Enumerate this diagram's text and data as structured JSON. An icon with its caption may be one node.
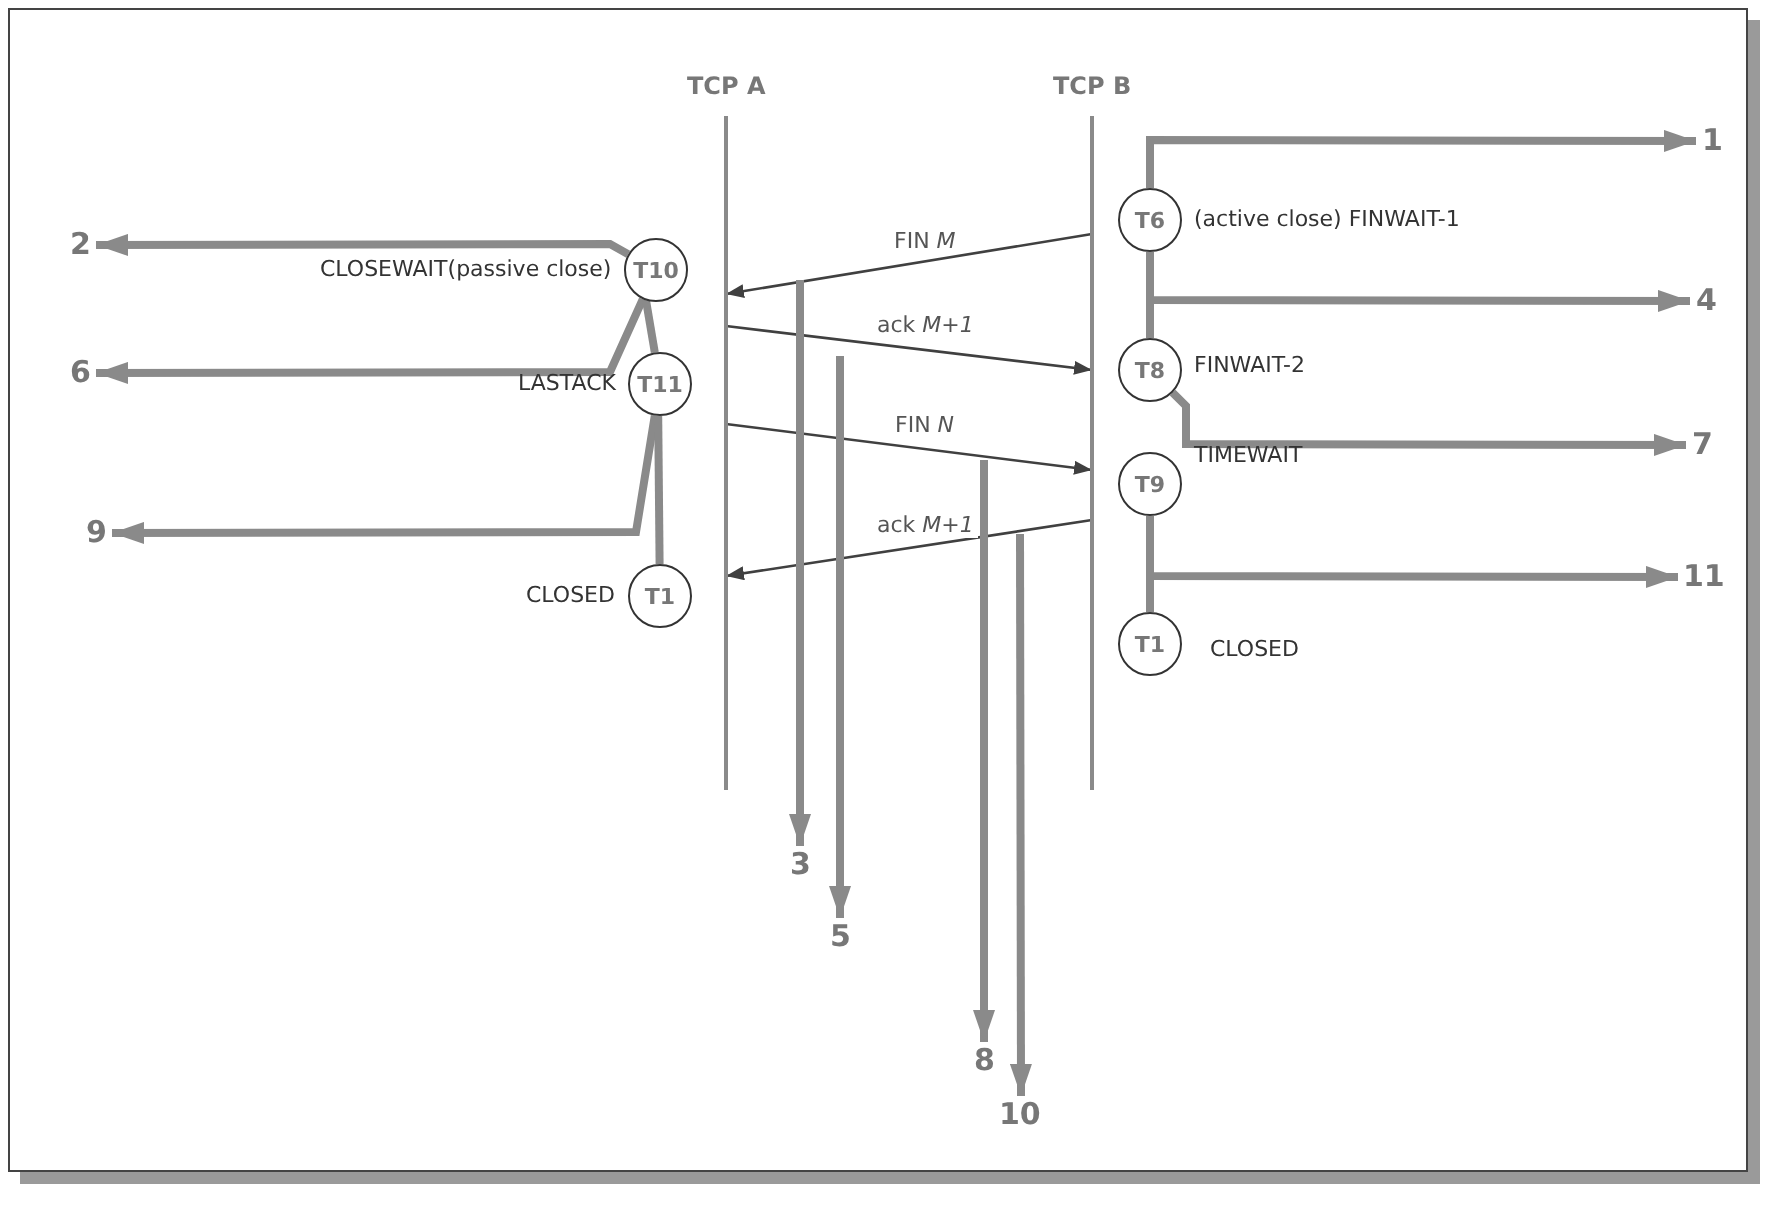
{
  "diagram": {
    "nodes": [
      {
        "text": [
          "TCP A"
        ]
      },
      {
        "text": [
          "TCP B"
        ]
      },
      {
        "text": [
          "T10"
        ],
        "beside": [
          "CLOSEWAIT(passive close)"
        ]
      },
      {
        "text": [
          "T11"
        ],
        "beside": [
          "LASTACK"
        ]
      },
      {
        "text": [
          "T1"
        ],
        "beside": [
          "CLOSED"
        ]
      },
      {
        "text": [
          "T6"
        ],
        "beside": [
          "(active close) FINWAIT-1"
        ]
      },
      {
        "text": [
          "T8"
        ],
        "beside": [
          "FINWAIT-2"
        ]
      },
      {
        "text": [
          "T9"
        ],
        "beside": [
          "TIMEWAIT"
        ]
      },
      {
        "text": [
          "T1"
        ],
        "beside": [
          "CLOSED"
        ]
      },
      {
        "text": [
          "1"
        ]
      },
      {
        "text": [
          "2"
        ]
      },
      {
        "text": [
          "4"
        ]
      },
      {
        "text": [
          "6"
        ]
      },
      {
        "text": [
          "7"
        ]
      },
      {
        "text": [
          "9"
        ]
      },
      {
        "text": [
          "11"
        ]
      },
      {
        "text": [
          "3"
        ]
      },
      {
        "text": [
          "5"
        ]
      },
      {
        "text": [
          "8"
        ]
      },
      {
        "text": [
          "10"
        ]
      }
    ],
    "edges": [
      {
        "from": 1,
        "to": 0,
        "arrow": "to",
        "label": "FIN *M*",
        "color": "#404040"
      },
      {
        "from": 0,
        "to": 1,
        "arrow": "to",
        "label": "ack *M+1*",
        "color": "#404040"
      },
      {
        "from": 0,
        "to": 1,
        "arrow": "to",
        "label": "FIN *N*",
        "color": "#404040"
      },
      {
        "from": 1,
        "to": 0,
        "arrow": "to",
        "label": "ack *M+1*",
        "color": "#404040"
      },
      {
        "from": 5,
        "to": 9,
        "arrow": "to"
      },
      {
        "from": 2,
        "to": 10,
        "arrow": "to"
      },
      {
        "from": 5,
        "to": 11,
        "arrow": "to"
      },
      {
        "from": 2,
        "to": 12,
        "arrow": "to"
      },
      {
        "from": 6,
        "to": 13,
        "arrow": "to"
      },
      {
        "from": 3,
        "to": 14,
        "arrow": "to"
      },
      {
        "from": 7,
        "to": 15,
        "arrow": "to"
      },
      {
        "from": null,
        "to": 16,
        "arrow": "to"
      },
      {
        "from": null,
        "to": 17,
        "arrow": "to"
      },
      {
        "from": null,
        "to": 18,
        "arrow": "to"
      },
      {
        "from": null,
        "to": 19,
        "arrow": "to"
      },
      {
        "from": 5,
        "to": 6,
        "arrow": "none"
      },
      {
        "from": 7,
        "to": 8,
        "arrow": "none"
      },
      {
        "from": 2,
        "to": 3,
        "arrow": "none"
      },
      {
        "from": 3,
        "to": 4,
        "arrow": "none"
      }
    ]
  }
}
